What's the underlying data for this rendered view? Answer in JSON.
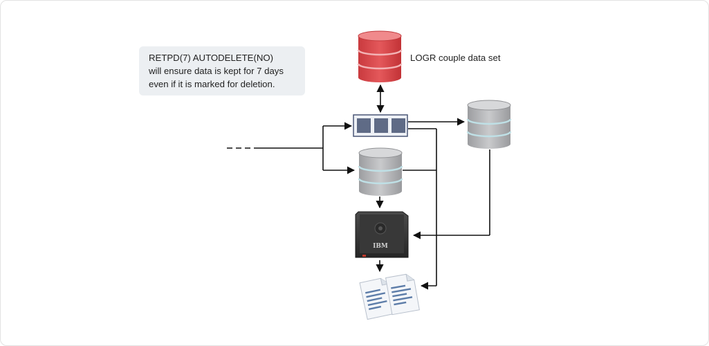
{
  "note": {
    "line1": "RETPD(7) AUTODELETE(NO)",
    "line2": "will ensure data is kept for 7 days",
    "line3": "even if it is marked for deletion."
  },
  "labels": {
    "logr": "LOGR couple data set",
    "tape_brand": "IBM"
  },
  "colors": {
    "logr_cylinder": "#d9474b",
    "grey_cylinder": "#b9babc",
    "buffer_cell": "#5f6b86",
    "arrow": "#111111",
    "note_bg": "#eceff2"
  },
  "icons": [
    "database-cylinder-icon",
    "buffer-block-icon",
    "tape-cartridge-icon",
    "documents-icon"
  ]
}
